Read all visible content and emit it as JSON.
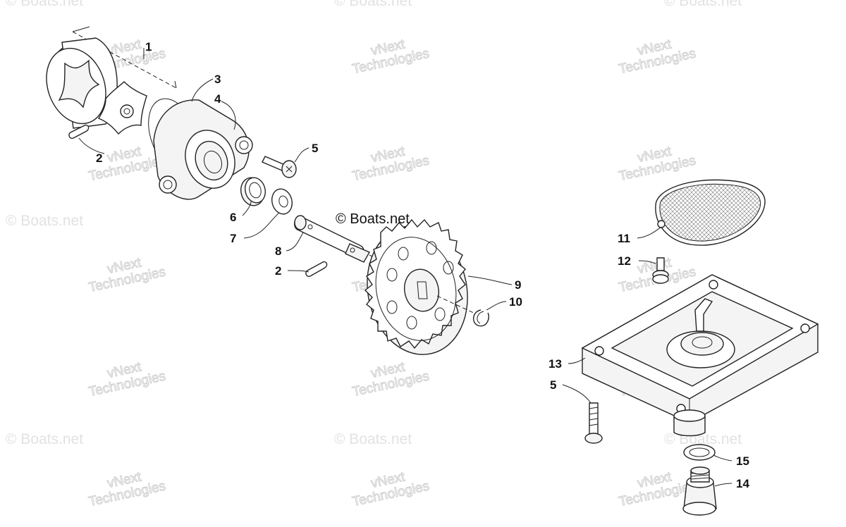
{
  "watermarks": {
    "copyright": "© Boats.net",
    "vnext_line1": "vNext",
    "vnext_line2": "Technologies"
  },
  "center_credit": "© Boats.net",
  "callouts": {
    "c1": "1",
    "c2a": "2",
    "c2b": "2",
    "c3": "3",
    "c4": "4",
    "c5a": "5",
    "c5b": "5",
    "c6": "6",
    "c7": "7",
    "c8": "8",
    "c9": "9",
    "c10": "10",
    "c11": "11",
    "c12": "12",
    "c13": "13",
    "c14": "14",
    "c15": "15"
  }
}
